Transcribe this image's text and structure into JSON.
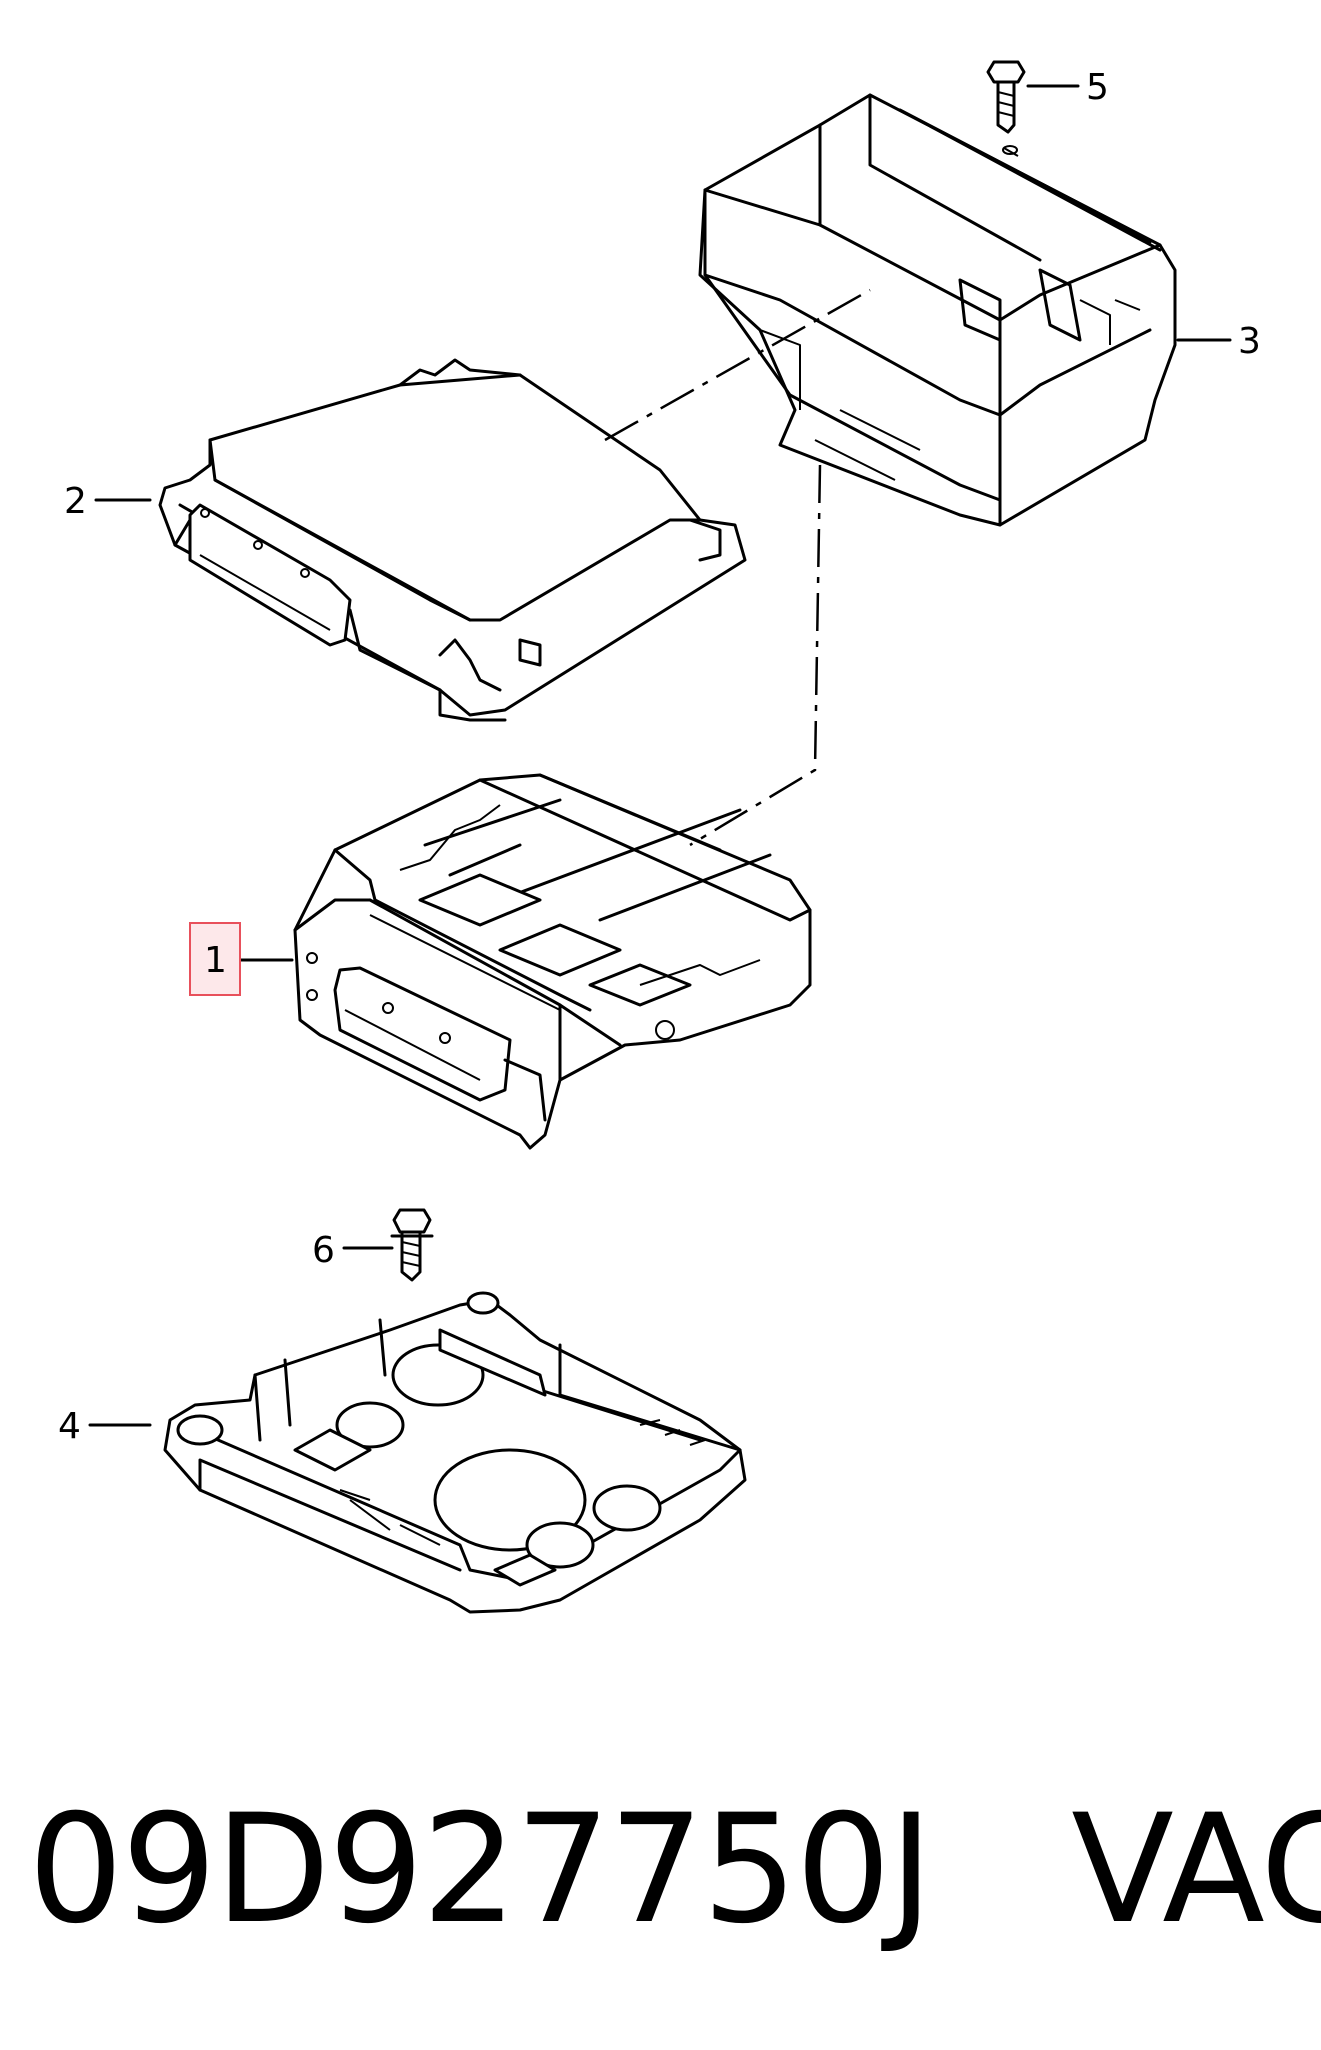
{
  "diagram": {
    "callouts": [
      {
        "id": "1",
        "label": "1",
        "highlighted": true
      },
      {
        "id": "2",
        "label": "2"
      },
      {
        "id": "3",
        "label": "3"
      },
      {
        "id": "4",
        "label": "4"
      },
      {
        "id": "5",
        "label": "5"
      },
      {
        "id": "6",
        "label": "6"
      }
    ],
    "highlight_color": "#e8505b"
  },
  "footer": {
    "part_number": "09D927750J",
    "brand": "VAG"
  }
}
